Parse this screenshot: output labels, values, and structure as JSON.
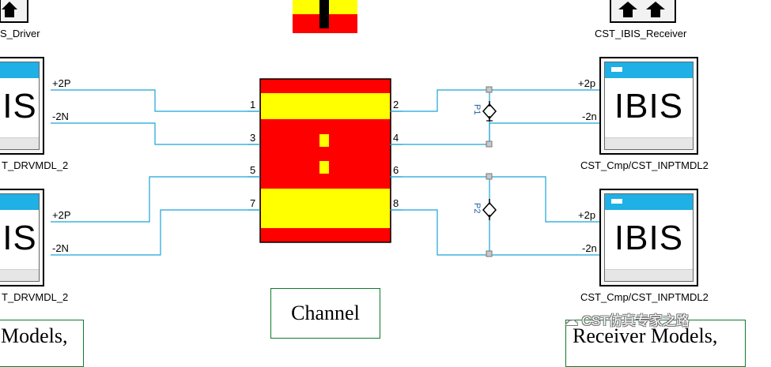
{
  "top_labels": {
    "driver": "S_Driver",
    "receiver": "CST_IBIS_Receiver"
  },
  "drivers": [
    {
      "text": "IS",
      "pos_pin": "+2P",
      "neg_pin": "-2N",
      "name": "T_DRVMDL_2"
    },
    {
      "text": "IS",
      "pos_pin": "+2P",
      "neg_pin": "-2N",
      "name": "T_DRVMDL_2"
    }
  ],
  "receivers": [
    {
      "text": "IBIS",
      "pos_pin": "+2p",
      "neg_pin": "-2n",
      "name": "CST_Cmp/CST_INPTMDL2"
    },
    {
      "text": "IBIS",
      "pos_pin": "+2p",
      "neg_pin": "-2n",
      "name": "CST_Cmp/CST_INPTMDL2"
    }
  ],
  "channel": {
    "left_pins": [
      "1",
      "3",
      "5",
      "7"
    ],
    "right_pins": [
      "2",
      "4",
      "6",
      "8"
    ],
    "caption": "Channel",
    "colors": {
      "red": "#ff0000",
      "yellow": "#ffff00"
    }
  },
  "probes": [
    "P1",
    "P2"
  ],
  "bottom_boxes": {
    "left": "Models,",
    "right": "Receiver Models,"
  },
  "watermark": "CST仿真专家之路",
  "colors": {
    "wire": "#1aa3d9",
    "box_border": "#0e7a2e",
    "ibis_bar": "#1fb0e6"
  }
}
